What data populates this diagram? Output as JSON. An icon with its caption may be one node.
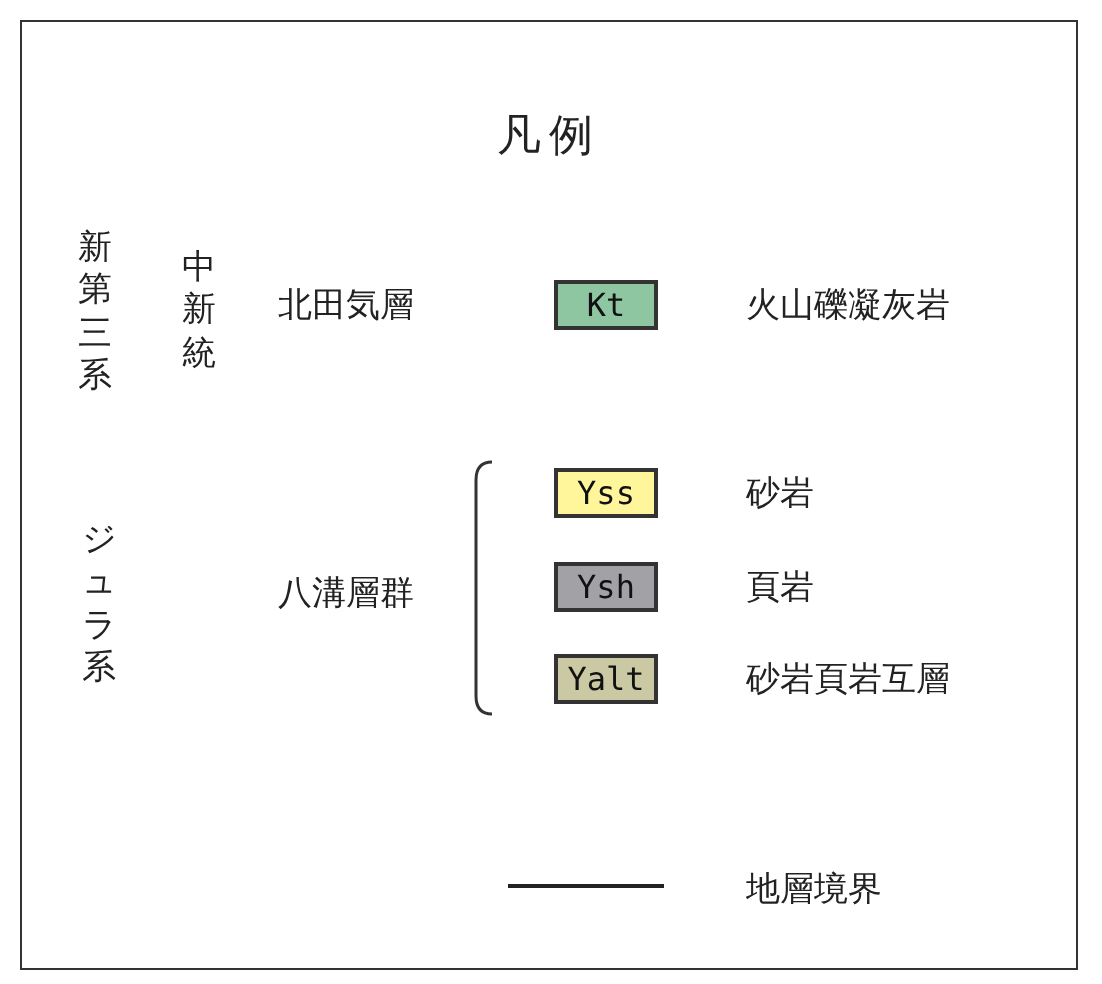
{
  "diagram": {
    "title": "凡例",
    "labels": [
      "新第三系",
      "中新統",
      "北田気層",
      "ジュラ系",
      "八溝層群",
      "Kt",
      "Yss",
      "Ysh",
      "Yalt"
    ],
    "legend": [
      {
        "text": "火山礫凝灰岩",
        "color": "#8fc6a2"
      },
      {
        "text": "砂岩",
        "color": "#fff59a"
      },
      {
        "text": "頁岩",
        "color": "#a2a2a6"
      },
      {
        "text": "砂岩頁岩互層",
        "color": "#cbc9a3"
      },
      {
        "text": "地層境界"
      }
    ]
  }
}
